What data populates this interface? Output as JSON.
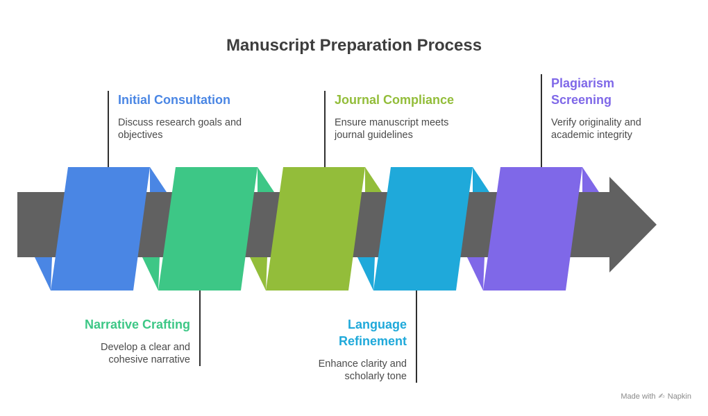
{
  "title": "Manuscript Preparation Process",
  "steps": [
    {
      "title": "Initial Consultation",
      "description": "Discuss research goals and objectives",
      "color": "#4a86e4",
      "label_position": "top"
    },
    {
      "title": "Narrative Crafting",
      "description": "Develop a clear and cohesive narrative",
      "color": "#3dc786",
      "label_position": "bottom"
    },
    {
      "title": "Journal Compliance",
      "description": "Ensure manuscript meets journal guidelines",
      "color": "#93bd3a",
      "label_position": "top"
    },
    {
      "title": "Language Refinement",
      "description": "Enhance clarity and scholarly tone",
      "color": "#1fa9da",
      "label_position": "bottom"
    },
    {
      "title": "Plagiarism Screening",
      "description": "Verify originality and academic integrity",
      "color": "#7f68e8",
      "label_position": "top"
    }
  ],
  "arrow_color": "#616161",
  "footer": {
    "made_with": "Made with",
    "brand": "Napkin",
    "icon": "napkin-logo-icon"
  }
}
